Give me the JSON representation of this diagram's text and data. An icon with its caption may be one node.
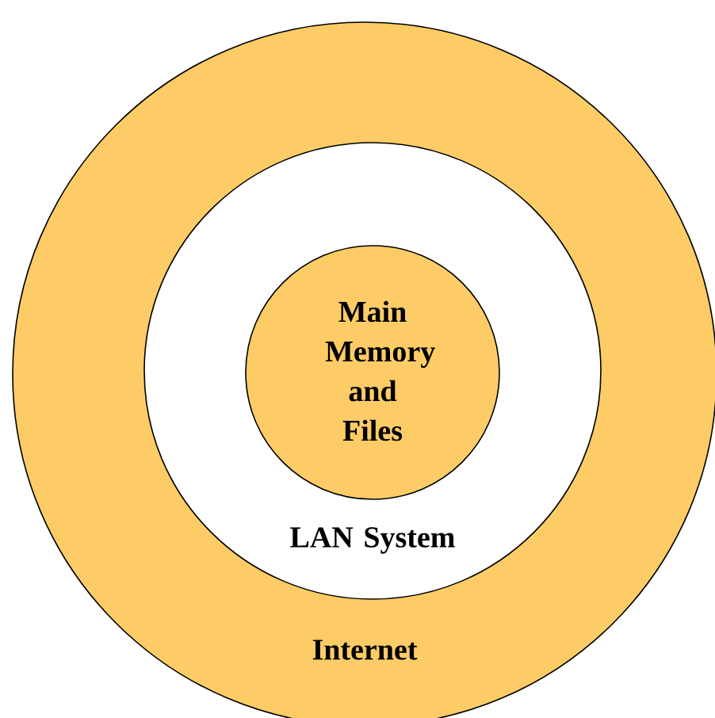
{
  "diagram": {
    "nodes": [
      {
        "text": [
          "Internet"
        ]
      },
      {
        "text": [
          "LAN System"
        ],
        "in": 0
      },
      {
        "text": [
          "Main Memory and Files"
        ],
        "in": 1
      }
    ],
    "edges": []
  }
}
